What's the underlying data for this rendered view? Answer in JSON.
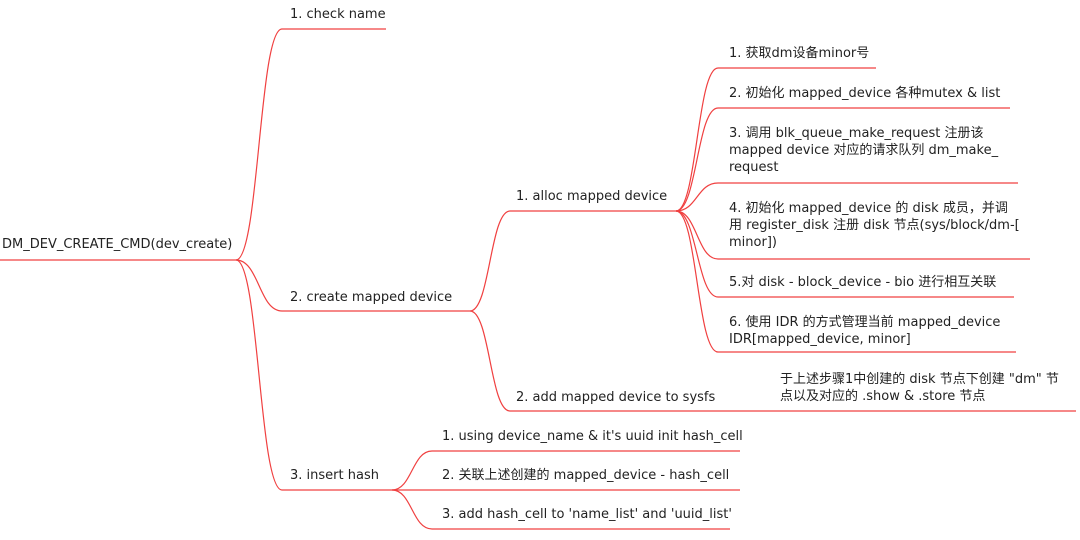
{
  "colors": {
    "branch": "#f04040",
    "text": "#222222",
    "background": "#ffffff"
  },
  "mindmap": {
    "root": {
      "label": "DM_DEV_CREATE_CMD(dev_create)"
    },
    "branches": [
      {
        "label": "1. check name"
      },
      {
        "label": "2. create mapped device",
        "children": [
          {
            "label": "1. alloc mapped device",
            "children": [
              {
                "lines": [
                  "1. 获取dm设备minor号"
                ]
              },
              {
                "lines": [
                  "2. 初始化 mapped_device 各种mutex & list"
                ]
              },
              {
                "lines": [
                  "3. 调用 blk_queue_make_request 注册该",
                  "mapped device 对应的请求队列 dm_make_",
                  "request"
                ]
              },
              {
                "lines": [
                  "4. 初始化 mapped_device 的 disk 成员，并调",
                  "用 register_disk 注册 disk 节点(sys/block/dm-[",
                  "minor])"
                ]
              },
              {
                "lines": [
                  "5.对 disk - block_device - bio 进行相互关联"
                ]
              },
              {
                "lines": [
                  "6. 使用 IDR 的方式管理当前 mapped_device",
                  "IDR[mapped_device,  minor]"
                ]
              }
            ]
          },
          {
            "label": "2. add mapped device to sysfs",
            "children": [
              {
                "lines": [
                  "于上述步骤1中创建的 disk 节点下创建 \"dm\" 节",
                  "点以及对应的 .show & .store 节点"
                ]
              }
            ]
          }
        ]
      },
      {
        "label": "3. insert hash",
        "children": [
          {
            "lines": [
              "1. using device_name & it's uuid init hash_cell"
            ]
          },
          {
            "lines": [
              "2. 关联上述创建的 mapped_device - hash_cell"
            ]
          },
          {
            "lines": [
              "3. add hash_cell  to 'name_list' and 'uuid_list'"
            ]
          }
        ]
      }
    ]
  }
}
